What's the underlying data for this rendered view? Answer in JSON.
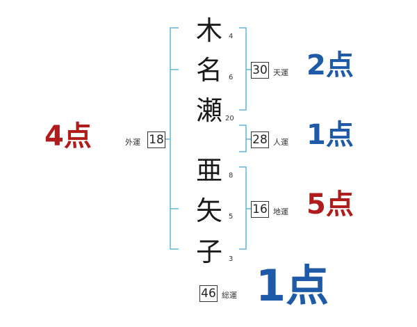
{
  "surname": [
    {
      "char": "木",
      "strokes": "4"
    },
    {
      "char": "名",
      "strokes": "6"
    },
    {
      "char": "瀬",
      "strokes": "20"
    }
  ],
  "given": [
    {
      "char": "亜",
      "strokes": "8"
    },
    {
      "char": "矢",
      "strokes": "5"
    },
    {
      "char": "子",
      "strokes": "3"
    }
  ],
  "luck": {
    "ten": {
      "label": "天運",
      "value": "30",
      "score": "2点",
      "color": "#1f5aa8"
    },
    "jin": {
      "label": "人運",
      "value": "28",
      "score": "1点",
      "color": "#1f5aa8"
    },
    "chi": {
      "label": "地運",
      "value": "16",
      "score": "5点",
      "color": "#b01c1c"
    },
    "gai": {
      "label": "外運",
      "value": "18",
      "score": "4点",
      "color": "#b01c1c"
    },
    "sou": {
      "label": "総運",
      "value": "46",
      "score": "1点",
      "color": "#1f5aa8"
    }
  },
  "colors": {
    "bracket": "#5fb4dd"
  }
}
